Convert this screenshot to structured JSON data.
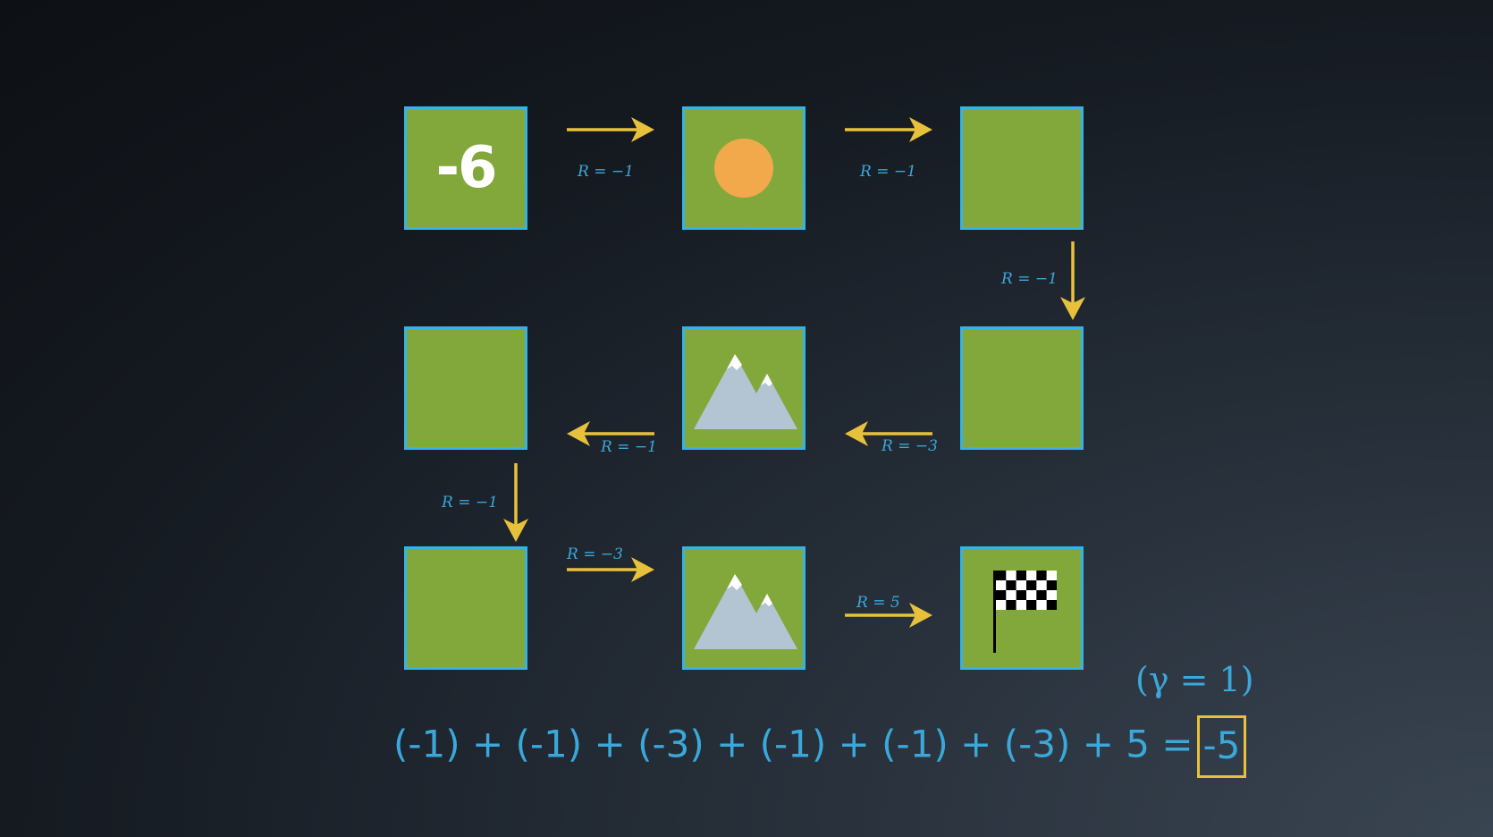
{
  "grid": {
    "start_value": "-6",
    "cells": [
      {
        "id": "r0c0",
        "content": "value"
      },
      {
        "id": "r0c1",
        "content": "sun"
      },
      {
        "id": "r0c2",
        "content": "empty"
      },
      {
        "id": "r1c0",
        "content": "empty"
      },
      {
        "id": "r1c1",
        "content": "mountain"
      },
      {
        "id": "r1c2",
        "content": "empty"
      },
      {
        "id": "r2c0",
        "content": "empty"
      },
      {
        "id": "r2c1",
        "content": "mountain"
      },
      {
        "id": "r2c2",
        "content": "flag"
      }
    ]
  },
  "transitions": [
    {
      "from": "r0c0",
      "to": "r0c1",
      "label": "R = −1"
    },
    {
      "from": "r0c1",
      "to": "r0c2",
      "label": "R = −1"
    },
    {
      "from": "r0c2",
      "to": "r1c2",
      "label": "R = −1"
    },
    {
      "from": "r1c2",
      "to": "r1c1",
      "label": "R = −3"
    },
    {
      "from": "r1c1",
      "to": "r1c0",
      "label": "R = −1"
    },
    {
      "from": "r1c0",
      "to": "r2c0",
      "label": "R = −1"
    },
    {
      "from": "r2c0",
      "to": "r2c1",
      "label": "R = −3"
    },
    {
      "from": "r2c1",
      "to": "r2c2",
      "label": "R = 5"
    }
  ],
  "equation": {
    "expression": "(-1) + (-1) + (-3) + (-1) + (-1) + (-3) + 5 =",
    "result": "-5"
  },
  "discount": "(γ = 1)",
  "colors": {
    "tile_fill": "#82a83c",
    "tile_border": "#36b3e6",
    "arrow": "#e8c13c",
    "label": "#3aa8da",
    "sun": "#f2a94c",
    "mountain": "#b3c4d3"
  }
}
